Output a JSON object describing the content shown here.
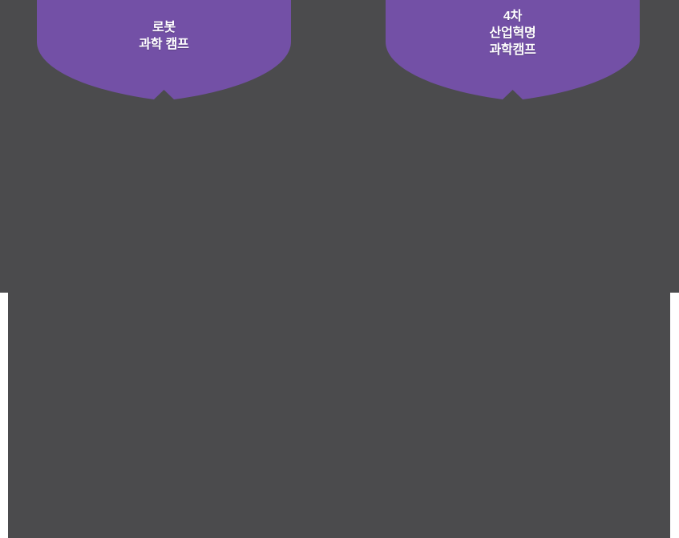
{
  "theme": {
    "background": "#ffffff",
    "panel_dark": "#4b4b4d",
    "ribbon_purple": "#7350a6",
    "text_light": "#ffffff"
  },
  "banners": [
    {
      "id": "robot-science-camp",
      "shape": "ribbon-bookmark",
      "color": "#7350a6",
      "lines": [
        "로봇",
        "과학 캠프"
      ]
    },
    {
      "id": "fourth-industrial-revolution-science-camp",
      "shape": "ribbon-bookmark",
      "color": "#7350a6",
      "lines": [
        "4차",
        "산업혁명",
        "과학캠프"
      ]
    }
  ]
}
